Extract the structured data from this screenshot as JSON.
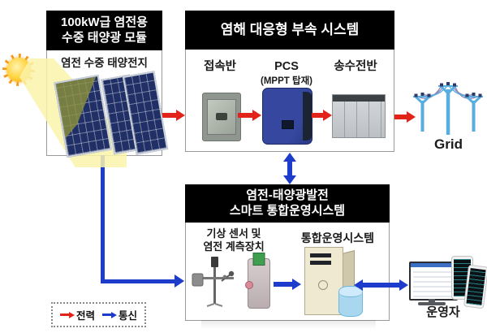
{
  "module_box": {
    "title1": "100kW급 염전용",
    "title2": "수중 태양광 모듈",
    "panel_label": "염전 수중 태양전지"
  },
  "aux_box": {
    "title": "염해 대응형 부속 시스템",
    "junction_label": "접속반",
    "pcs_label": "PCS",
    "pcs_sublabel": "(MPPT 탑재)",
    "switchgear_label": "송수전반"
  },
  "ops_box": {
    "title1": "염전-태양광발전",
    "title2": "스마트 통합운영시스템",
    "sensor_label1": "기상 센서 및",
    "sensor_label2": "염전 계측장치",
    "server_label": "통합운영시스템"
  },
  "grid": {
    "label": "Grid"
  },
  "operator": {
    "label": "운영자"
  },
  "legend": {
    "power_label": "전력",
    "comm_label": "통신"
  },
  "colors": {
    "power_arrow": "#e2231a",
    "comm_arrow": "#1e3ccc",
    "header_bg": "#000000",
    "header_text": "#ffffff",
    "tower_blue": "#58aede"
  }
}
